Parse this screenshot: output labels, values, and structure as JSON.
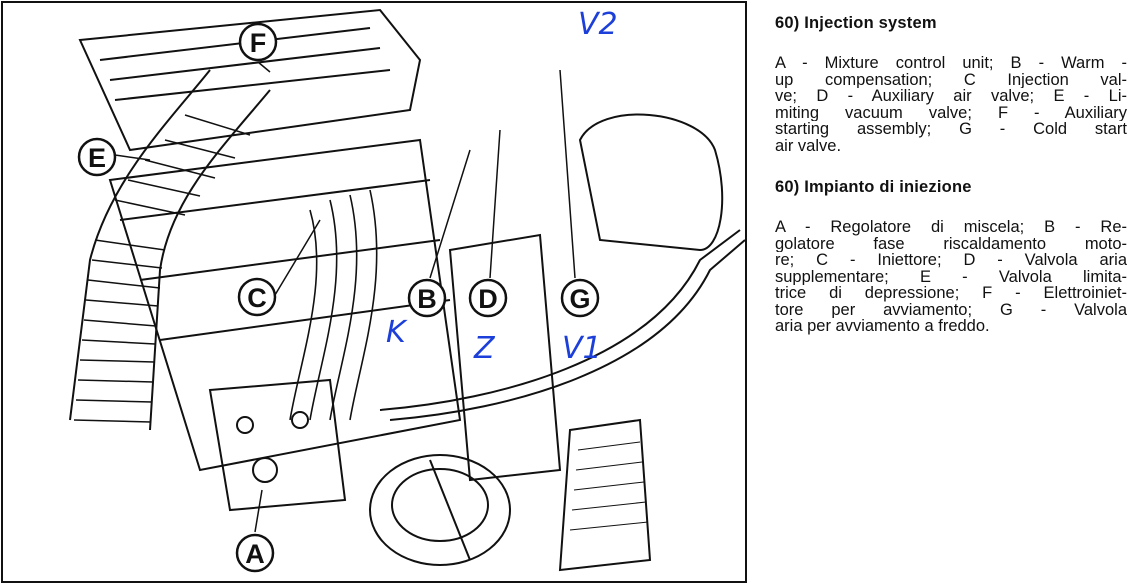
{
  "figure": {
    "callouts": [
      "A",
      "B",
      "C",
      "D",
      "E",
      "F",
      "G"
    ],
    "handwritten_annotations": [
      "V2",
      "K",
      "Z",
      "V1"
    ],
    "annotation_color": "#1b3fd8"
  },
  "sections": [
    {
      "heading": "60) Injection system",
      "lines": [
        "A - Mixture control unit; B - Warm -",
        "up compensation; C   Injection val-",
        "ve; D - Auxiliary air valve; E - Li-",
        "miting vacuum valve; F - Auxiliary",
        "starting assembly; G - Cold start",
        "air valve."
      ]
    },
    {
      "heading": "60) Impianto di iniezione",
      "lines": [
        "A - Regolatore di miscela; B - Re-",
        "golatore fase riscaldamento moto-",
        "re; C - Iniettore; D - Valvola aria",
        "supplementare; E - Valvola limita-",
        "trice di depressione; F - Elettroiniet-",
        "tore per avviamento; G - Valvola",
        "aria per avviamento a freddo."
      ]
    }
  ]
}
